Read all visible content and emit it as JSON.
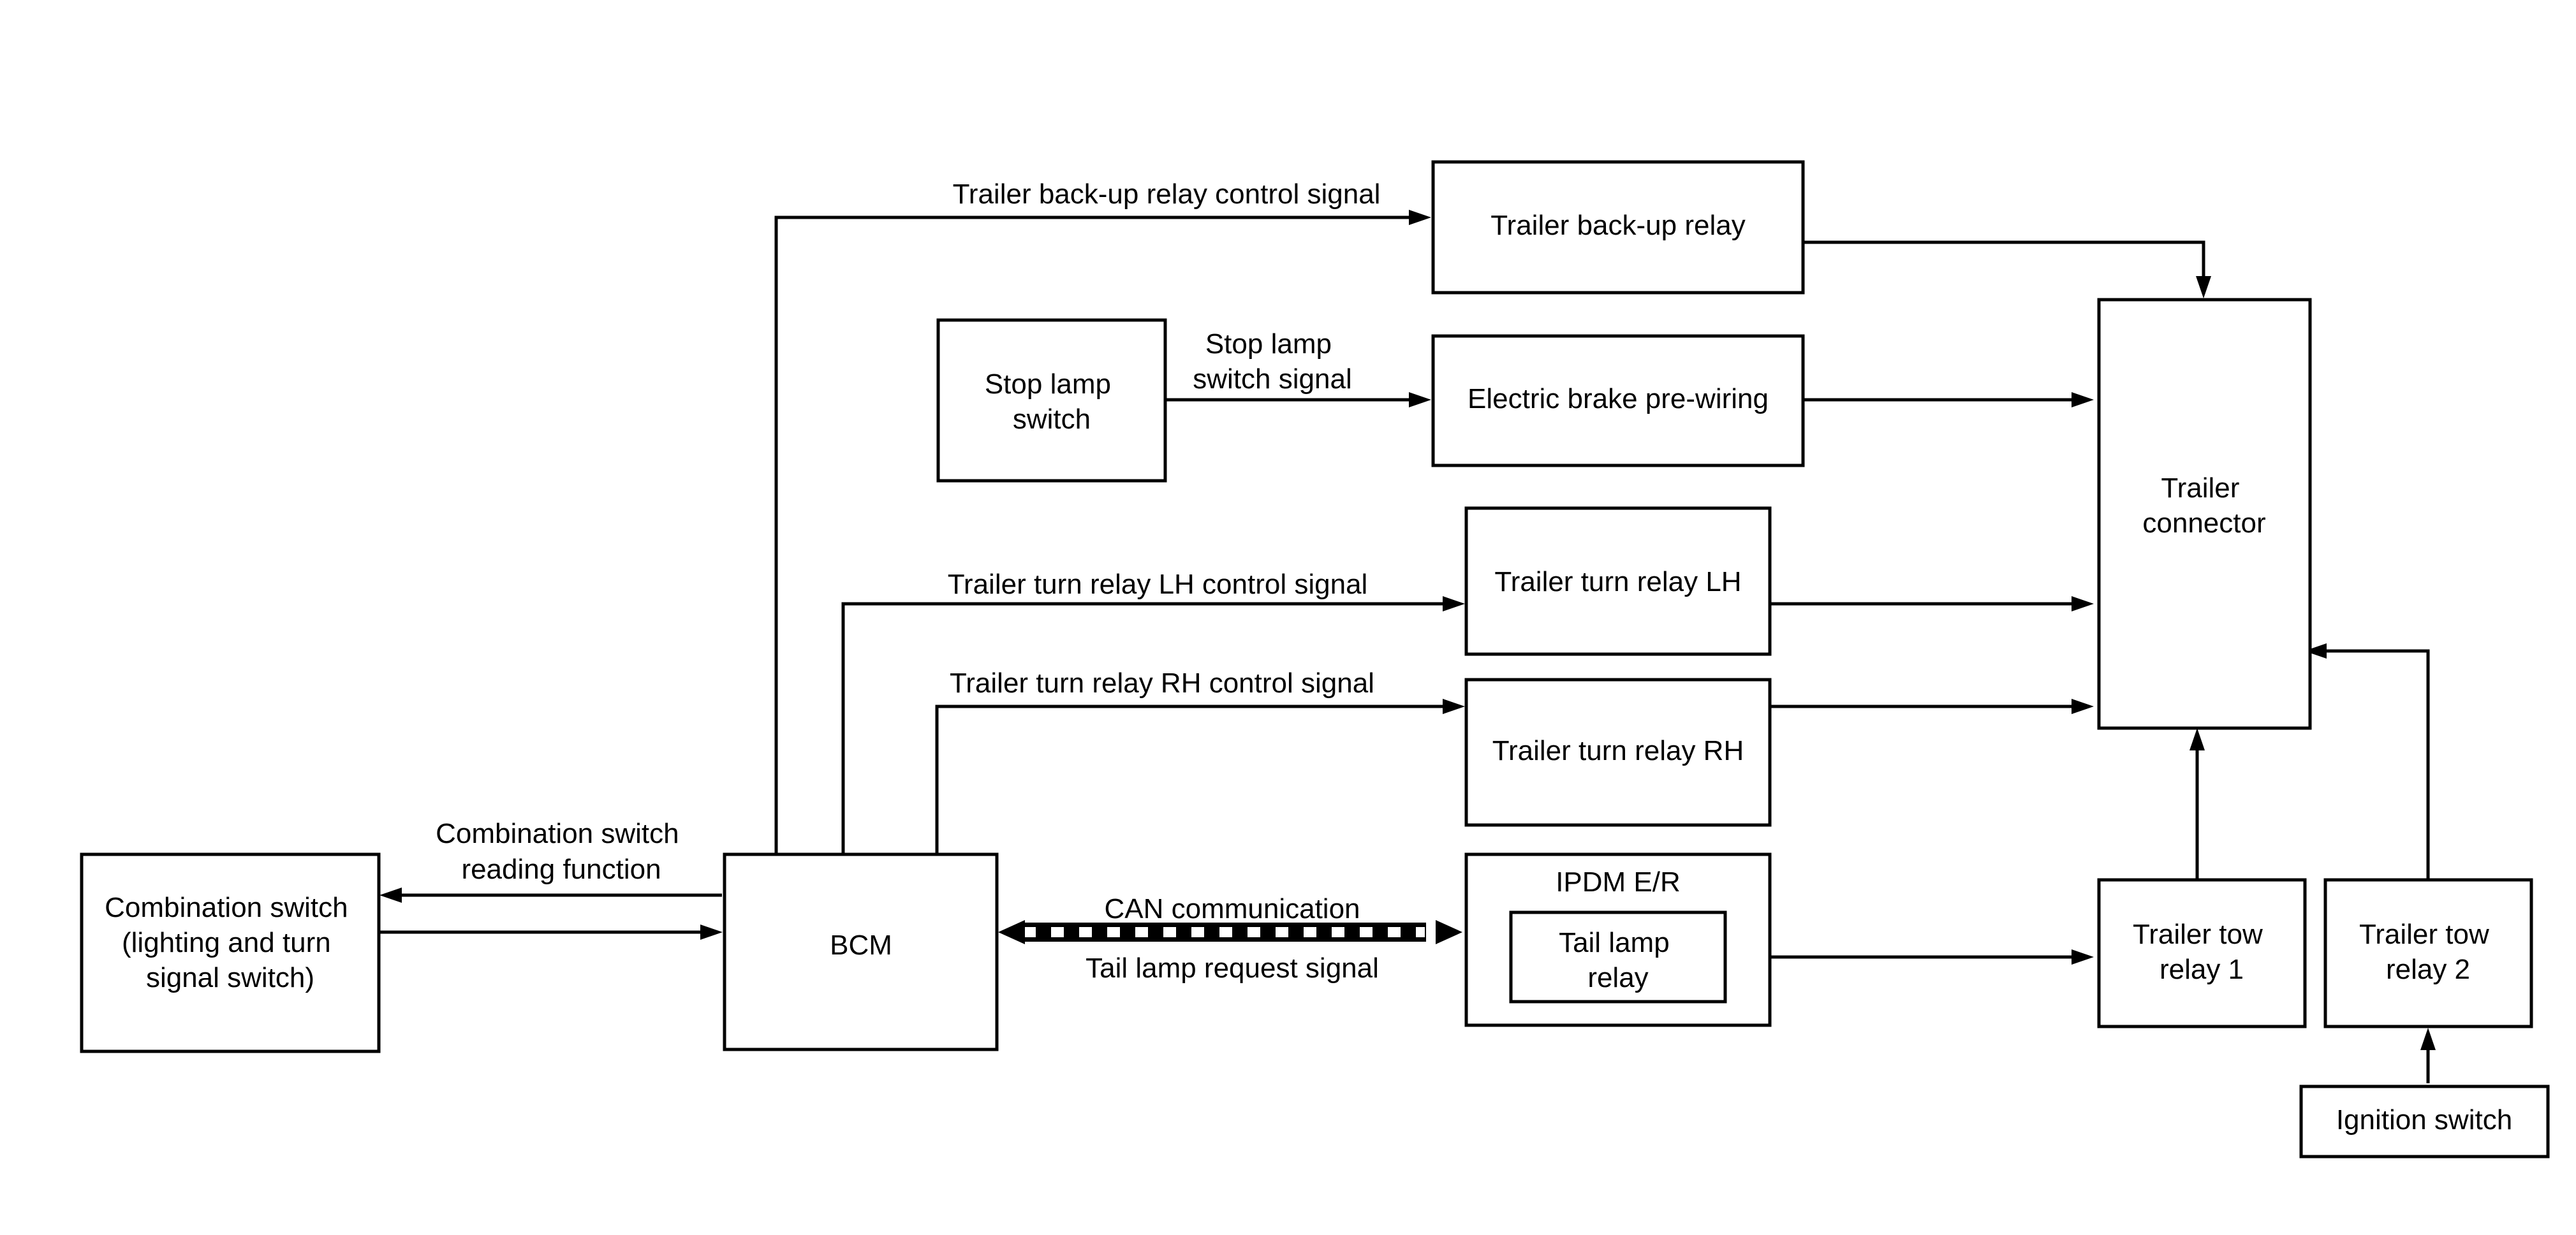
{
  "blocks": {
    "combination_switch": [
      "Combination switch",
      "(lighting and turn",
      "signal switch)"
    ],
    "bcm": [
      "BCM"
    ],
    "stop_lamp_switch": [
      "Stop lamp",
      "switch"
    ],
    "trailer_backup_relay": [
      "Trailer back-up relay"
    ],
    "electric_brake": [
      "Electric brake pre-wiring"
    ],
    "turn_relay_lh": [
      "Trailer turn relay LH"
    ],
    "turn_relay_rh": [
      "Trailer turn relay RH"
    ],
    "ipdm": [
      "IPDM E/R"
    ],
    "tail_lamp_relay": [
      "Tail lamp",
      "relay"
    ],
    "trailer_connector": [
      "Trailer",
      "connector"
    ],
    "tow_relay_1": [
      "Trailer tow",
      "relay 1"
    ],
    "tow_relay_2": [
      "Trailer tow",
      "relay 2"
    ],
    "ignition_switch": [
      "Ignition switch"
    ]
  },
  "signals": {
    "backup_control": [
      "Trailer back-up relay control signal"
    ],
    "stop_lamp_signal": [
      "Stop lamp",
      "switch signal"
    ],
    "lh_control": [
      "Trailer turn relay LH control signal"
    ],
    "rh_control": [
      "Trailer turn relay RH control signal"
    ],
    "reading_function": [
      "Combination switch",
      "reading function"
    ],
    "can": [
      "CAN communication"
    ],
    "tail_lamp_request": [
      "Tail lamp request signal"
    ]
  },
  "colors": {
    "line": "#000000",
    "background": "#ffffff"
  }
}
